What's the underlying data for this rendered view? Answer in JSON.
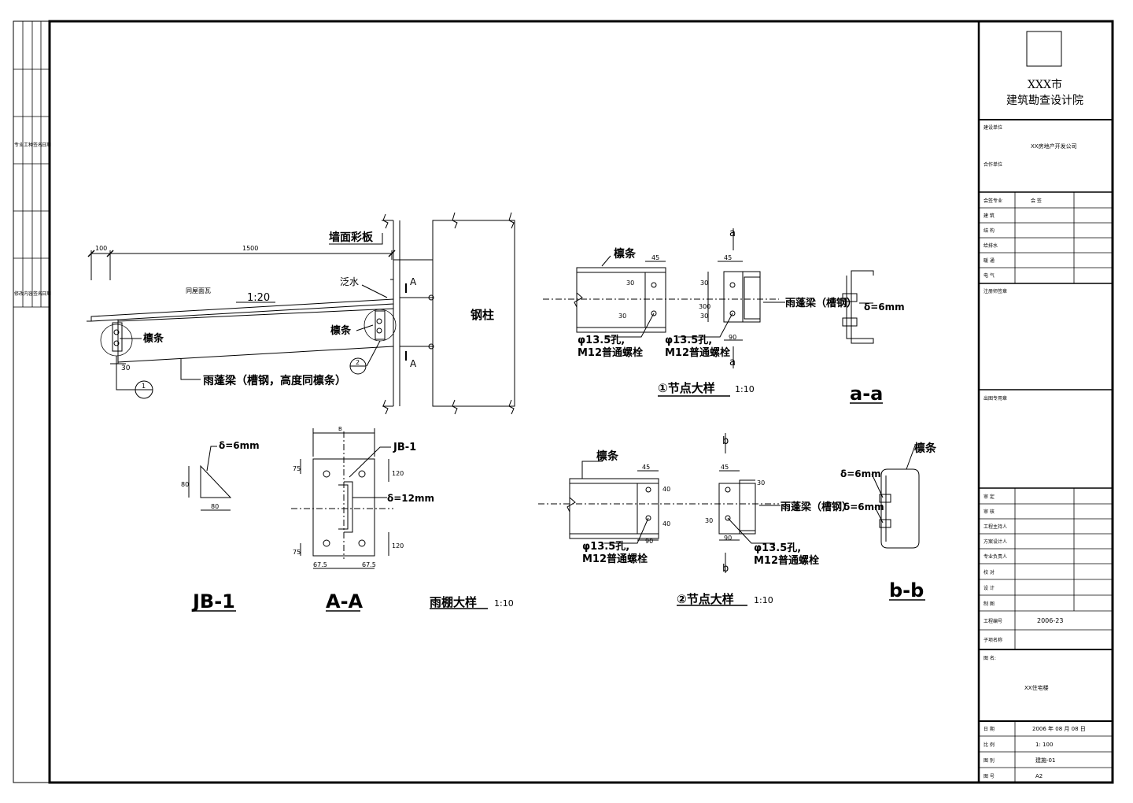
{
  "title_block": {
    "institute_line1": "XXX市",
    "institute_line2": "建筑勘查设计院",
    "client_label": "建设单位",
    "client_value": "XX房地产开发公司",
    "partner_label": "合作单位",
    "discipline_header_label": "会签专业",
    "discipline_header_value": "会 签",
    "disciplines": [
      "建 筑",
      "结 构",
      "给排水",
      "暖 通",
      "电 气"
    ],
    "registered_stamp_label": "注册师签章",
    "drawing_stamp_label": "出图专用章",
    "roles": [
      "审 定",
      "审 核",
      "工程主持人",
      "方案设计人",
      "专业负责人",
      "校 对",
      "设 计",
      "制 图"
    ],
    "project_no_label": "工程编号",
    "project_no_value": "2006-23",
    "subproject_label": "子项名称",
    "drawing_name_label": "图 名:",
    "drawing_name_value": "XX住宅楼",
    "date_label": "日 期",
    "date_value": "2006 年 08 月 08 日",
    "scale_label": "比 例",
    "scale_value": "1: 100",
    "drawing_no_label": "图 别",
    "drawing_no_value": "建施-01",
    "sheet_size_label": "图 号",
    "sheet_size_value": "A2"
  },
  "left_margin_strip": {
    "top_labels": [
      "专业",
      "工种",
      "签名",
      "日期"
    ],
    "bottom_labels": [
      "修改",
      "内容",
      "签名",
      "日期"
    ]
  },
  "canopy": {
    "dim_100": "100",
    "dim_1500": "1500",
    "wall_panel": "墙面彩板",
    "flashing": "泛水",
    "roof_panel": "同屋面瓦",
    "slope": "1:20",
    "purlin": "檩条",
    "purlin_2": "檩条",
    "beam_label": "雨蓬梁（槽钢，高度同檩条）",
    "steel_column": "钢柱",
    "section_A_top": "A",
    "section_A_bottom": "A",
    "dim_30": "30",
    "callout_1": "1",
    "callout_2": "2"
  },
  "node1": {
    "purlin": "檩条",
    "dim_45a": "45",
    "dim_45b": "45",
    "dim_30a": "30",
    "dim_30b": "30",
    "dim_30c": "30",
    "dim_30d": "30",
    "dim_300": "300",
    "dim_90": "90",
    "hole_a": "φ13.5孔,",
    "bolt_a": "M12普通螺栓",
    "hole_b": "φ13.5孔,",
    "bolt_b": "M12普通螺栓",
    "beam": "雨蓬梁（槽钢）",
    "cut_a_top": "a",
    "cut_a_bottom": "a",
    "title": "①节点大样",
    "scale": "1:10"
  },
  "aa": {
    "thickness": "δ=6mm",
    "title": "a-a"
  },
  "jb1": {
    "thickness": "δ=6mm",
    "dim_80v": "80",
    "dim_80h": "80",
    "title": "JB-1"
  },
  "section_AA": {
    "width_dim": "B",
    "jb_label": "JB-1",
    "thickness": "δ=12mm",
    "dim_75a": "75",
    "dim_75b": "75",
    "dim_120a": "120",
    "dim_120b": "120",
    "dim_675a": "67.5",
    "dim_675b": "67.5",
    "title": "A-A"
  },
  "canopy_detail_title": {
    "title": "雨棚大样",
    "scale": "1:10"
  },
  "node2": {
    "purlin": "檩条",
    "dim_45a": "45",
    "dim_45b": "45",
    "dim_40a": "40",
    "dim_40b": "40",
    "dim_30a": "30",
    "dim_30b": "30",
    "dim_90a": "90",
    "dim_90b": "90",
    "hole_a": "φ13.5孔,",
    "bolt_a": "M12普通螺栓",
    "hole_b": "φ13.5孔,",
    "bolt_b": "M12普通螺栓",
    "beam": "雨蓬梁（槽钢）",
    "thickness_beam": "δ=6mm",
    "cut_b_top": "b",
    "cut_b_bottom": "b",
    "title": "②节点大样",
    "scale": "1:10"
  },
  "bb": {
    "purlin": "檩条",
    "thickness": "δ=6mm",
    "title": "b-b"
  }
}
